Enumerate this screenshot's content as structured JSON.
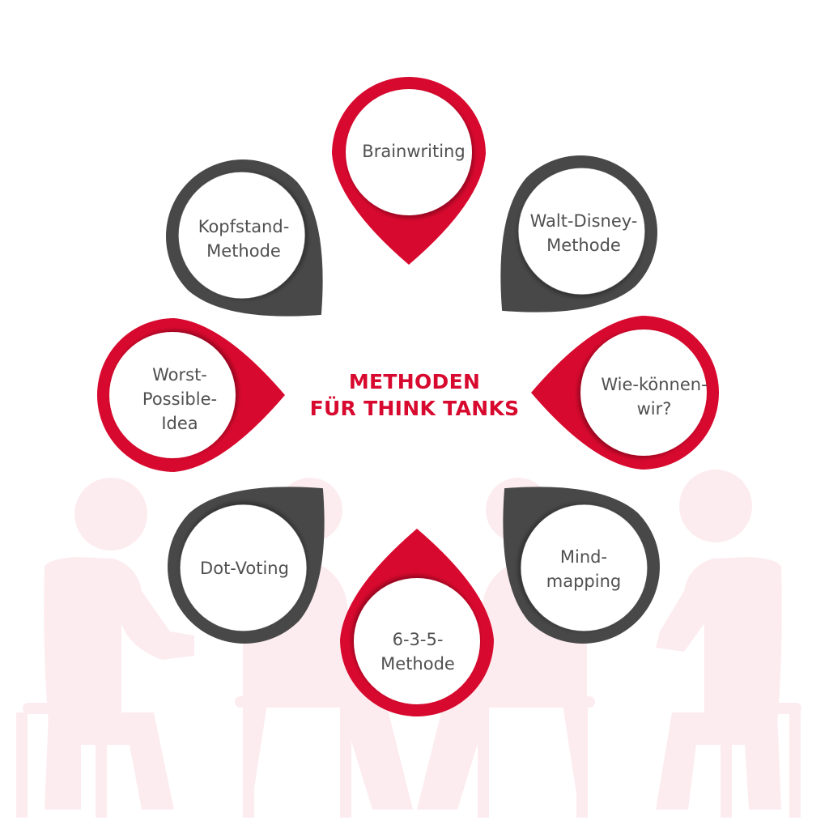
{
  "title": {
    "line1": "METHODEN",
    "line2": "FÜR THINK TANKS"
  },
  "colors": {
    "accent_red": "#d8092e",
    "dark_gray": "#484848",
    "text_gray": "#505050",
    "background_figures": "#fdecef",
    "background": "#ffffff"
  },
  "methods": [
    {
      "id": "brainwriting",
      "lines": [
        "Brainwriting"
      ],
      "color": "red",
      "position": "top"
    },
    {
      "id": "walt-disney",
      "lines": [
        "Walt-Disney-",
        "Methode"
      ],
      "color": "gray",
      "position": "top-right"
    },
    {
      "id": "wie-koennen-wir",
      "lines": [
        "Wie-können-",
        "wir?"
      ],
      "color": "red",
      "position": "right"
    },
    {
      "id": "mindmapping",
      "lines": [
        "Mind-",
        "mapping"
      ],
      "color": "gray",
      "position": "bottom-right"
    },
    {
      "id": "6-3-5",
      "lines": [
        "6-3-5-",
        "Methode"
      ],
      "color": "red",
      "position": "bottom"
    },
    {
      "id": "dot-voting",
      "lines": [
        "Dot-Voting"
      ],
      "color": "gray",
      "position": "bottom-left"
    },
    {
      "id": "worst-possible-idea",
      "lines": [
        "Worst-",
        "Possible-",
        "Idea"
      ],
      "color": "red",
      "position": "left"
    },
    {
      "id": "kopfstand",
      "lines": [
        "Kopfstand-",
        "Methode"
      ],
      "color": "gray",
      "position": "top-left"
    }
  ],
  "background_illustration": {
    "icon": "seated-people-icon",
    "count": 4
  }
}
